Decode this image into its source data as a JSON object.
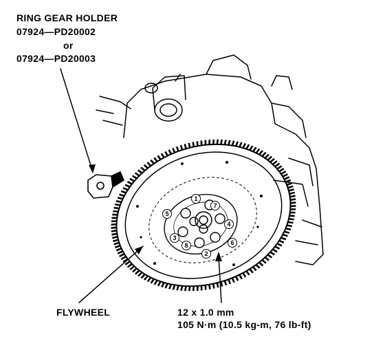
{
  "tool": {
    "title": "RING GEAR HOLDER",
    "part_number_1": "07924—PD20002",
    "or_text": "or",
    "part_number_2": "07924—PD20003"
  },
  "flywheel_label": "FLYWHEEL",
  "bolt_spec": {
    "size": "12 x 1.0 mm",
    "torque": "105 N·m (10.5 kg-m, 76 lb-ft)"
  },
  "bolt_sequence": [
    "1",
    "2",
    "3",
    "4",
    "5",
    "6",
    "7",
    "8"
  ]
}
